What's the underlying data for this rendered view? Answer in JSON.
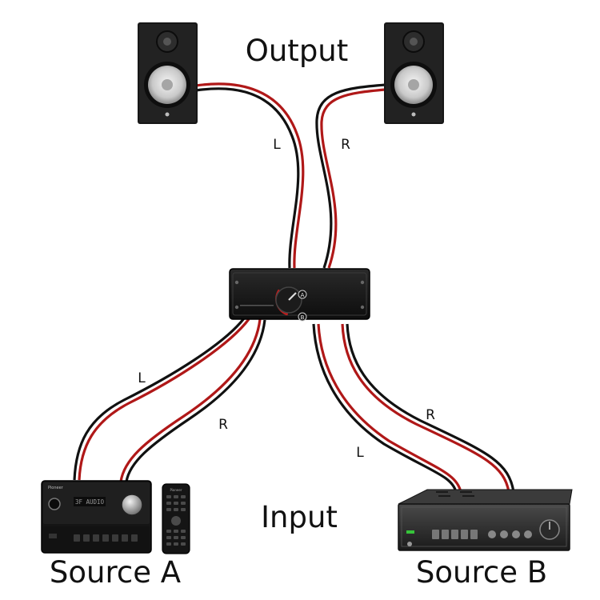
{
  "labels": {
    "output": "Output",
    "input": "Input",
    "source_a": "Source A",
    "source_b": "Source B"
  },
  "channels": {
    "out_left": "L",
    "out_right": "R",
    "a_left": "L",
    "a_right": "R",
    "b_left": "L",
    "b_right": "R"
  },
  "switch": {
    "pos_a": "A",
    "pos_b": "B"
  },
  "device_text": {
    "source_a_brand": "Pioneer",
    "source_a_display": "3F AUDIO",
    "remote_brand": "Pioneer"
  },
  "colors": {
    "cable_red": "#b01818",
    "cable_black": "#111111",
    "device_dark": "#151515",
    "speaker_cone": "#d7d7d7",
    "led_green": "#36c43a"
  }
}
